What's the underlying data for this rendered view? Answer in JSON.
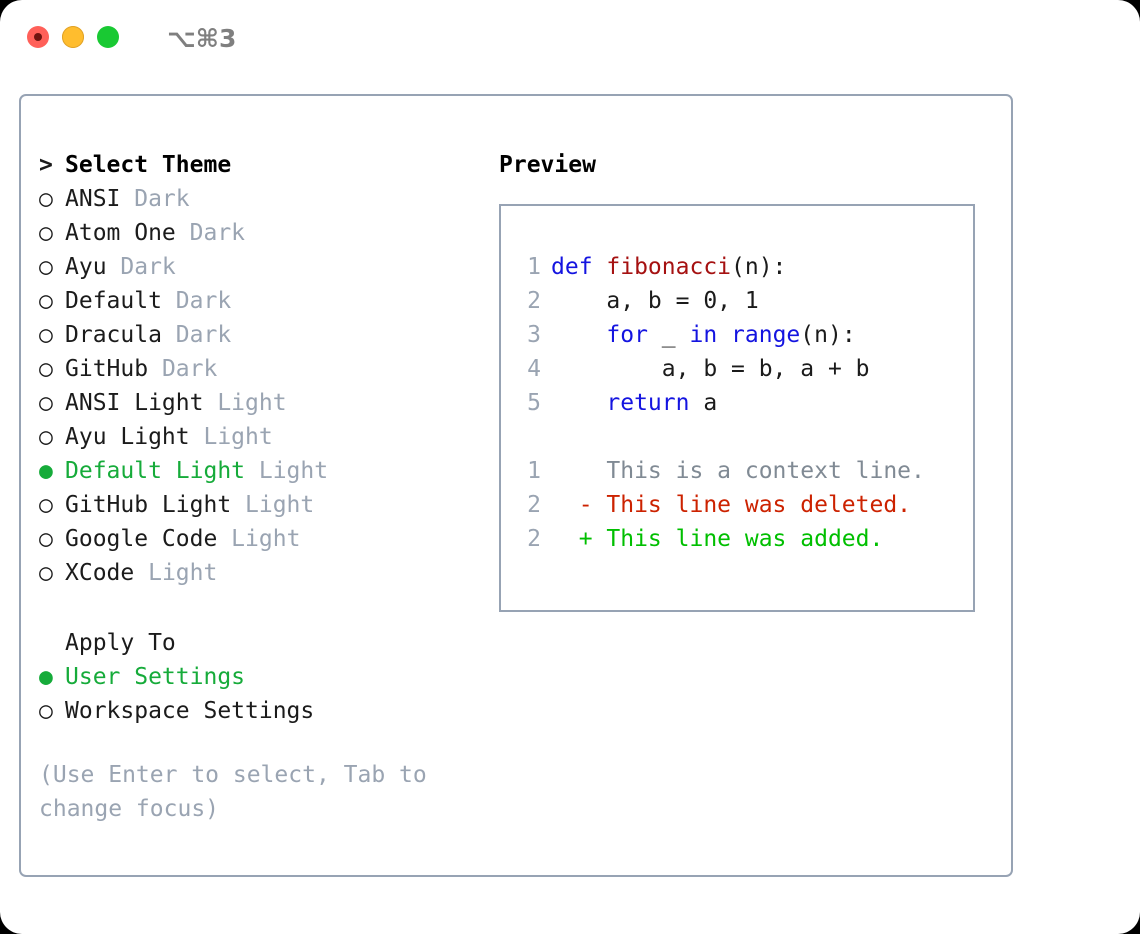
{
  "titlebar": {
    "shortcut": "⌥⌘3",
    "buttons": [
      {
        "name": "close",
        "color": "#ff6059"
      },
      {
        "name": "minimize",
        "color": "#ffbd2e"
      },
      {
        "name": "maximize",
        "color": "#19c933"
      }
    ]
  },
  "colors": {
    "accent_green": "#16ab3a",
    "muted_gray": "#9aa4b2",
    "border": "#97a3b4",
    "keyword_blue": "#1414e0",
    "function_red": "#a51111",
    "diff_added": "#00bf00",
    "diff_deleted": "#cc2200",
    "text": "#1b1b1b"
  },
  "theme_list": {
    "header": "Select Theme",
    "header_prompt": ">",
    "marker_unselected": "○",
    "marker_selected": "●",
    "items": [
      {
        "name": "ANSI",
        "category": "Dark",
        "selected": false
      },
      {
        "name": "Atom One",
        "category": "Dark",
        "selected": false
      },
      {
        "name": "Ayu",
        "category": "Dark",
        "selected": false
      },
      {
        "name": "Default",
        "category": "Dark",
        "selected": false
      },
      {
        "name": "Dracula",
        "category": "Dark",
        "selected": false
      },
      {
        "name": "GitHub",
        "category": "Dark",
        "selected": false
      },
      {
        "name": "ANSI Light",
        "category": "Light",
        "selected": false
      },
      {
        "name": "Ayu Light",
        "category": "Light",
        "selected": false
      },
      {
        "name": "Default Light",
        "category": "Light",
        "selected": true
      },
      {
        "name": "GitHub Light",
        "category": "Light",
        "selected": false
      },
      {
        "name": "Google Code",
        "category": "Light",
        "selected": false
      },
      {
        "name": "XCode",
        "category": "Light",
        "selected": false
      }
    ]
  },
  "apply_to": {
    "header": "Apply To",
    "options": [
      {
        "label": "User Settings",
        "selected": true
      },
      {
        "label": "Workspace Settings",
        "selected": false
      }
    ]
  },
  "hint": "(Use Enter to select, Tab to change focus)",
  "preview": {
    "title": "Preview",
    "code_lines": [
      {
        "number": "1",
        "tokens": [
          {
            "text": "def ",
            "style": "kw"
          },
          {
            "text": "fibonacci",
            "style": "fn"
          },
          {
            "text": "(n):",
            "style": "plain"
          }
        ]
      },
      {
        "number": "2",
        "tokens": [
          {
            "text": "    a, b = 0, 1",
            "style": "plain"
          }
        ]
      },
      {
        "number": "3",
        "tokens": [
          {
            "text": "    ",
            "style": "plain"
          },
          {
            "text": "for",
            "style": "kw"
          },
          {
            "text": " _ ",
            "style": "plain"
          },
          {
            "text": "in",
            "style": "kw"
          },
          {
            "text": " ",
            "style": "plain"
          },
          {
            "text": "range",
            "style": "kw"
          },
          {
            "text": "(n):",
            "style": "plain"
          }
        ]
      },
      {
        "number": "4",
        "tokens": [
          {
            "text": "        a, b = b, a + b",
            "style": "plain"
          }
        ]
      },
      {
        "number": "5",
        "tokens": [
          {
            "text": "    ",
            "style": "plain"
          },
          {
            "text": "return",
            "style": "kw"
          },
          {
            "text": " a",
            "style": "plain"
          }
        ]
      }
    ],
    "diff_lines": [
      {
        "number": "1",
        "sign": " ",
        "text": "This is a context line.",
        "style": "ctx"
      },
      {
        "number": "2",
        "sign": "-",
        "text": "This line was deleted.",
        "style": "del"
      },
      {
        "number": "2",
        "sign": "+",
        "text": "This line was added.",
        "style": "add"
      }
    ]
  }
}
